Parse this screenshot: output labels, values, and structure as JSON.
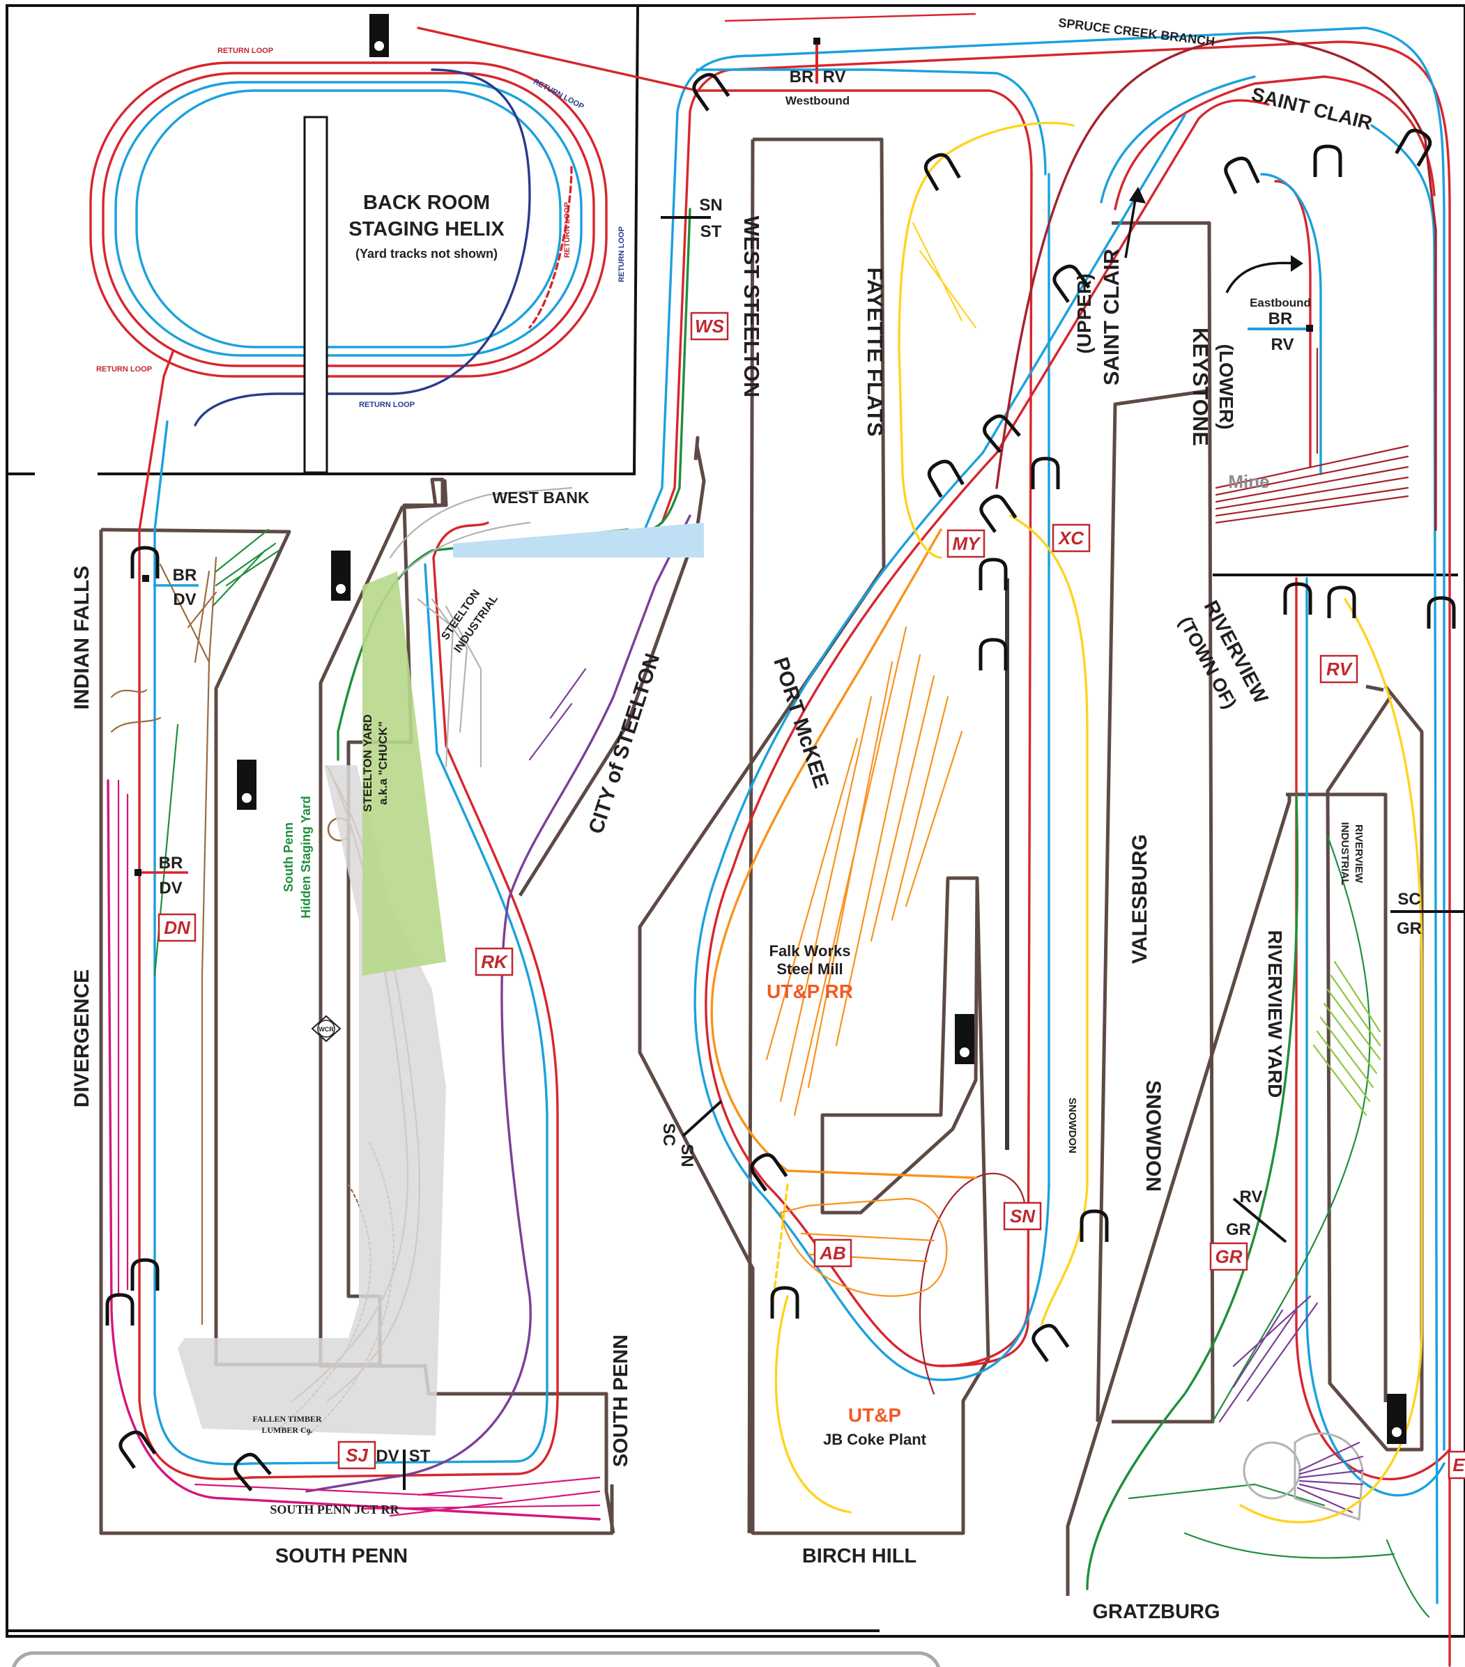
{
  "staging": {
    "title_line1": "BACK ROOM",
    "title_line2": "STAGING HELIX",
    "note": "(Yard tracks not shown)",
    "return_loop": "RETURN LOOP"
  },
  "signal_blocks": {
    "br": "BR",
    "rv": "RV",
    "dv": "DV",
    "sn": "SN",
    "st": "ST",
    "sc": "SC",
    "gr": "GR",
    "westbound": "Westbound",
    "eastbound": "Eastbound"
  },
  "branch": {
    "spruce_creek": "SPRUCE CREEK BRANCH",
    "saint_clair": "SAINT CLAIR"
  },
  "towns": {
    "indian_falls": "INDIAN FALLS",
    "divergence": "DIVERGENCE",
    "south_penn": "SOUTH PENN",
    "south_penn_side": "SOUTH PENN",
    "west_steelton": "WEST STEELTON",
    "fayette_flats": "FAYETTE FLATS",
    "upper_saint_clair_1": "(UPPER)",
    "upper_saint_clair_2": "SAINT CLAIR",
    "lower_keystone_1": "KEYSTONE",
    "lower_keystone_2": "(LOWER)",
    "west_bank": "WEST BANK",
    "city_of_steelton": "CITY of STEELTON",
    "port_mckee": "PORT McKEE",
    "valesburg": "VALESBURG",
    "snowdon": "SNOWDON",
    "snowdon_small": "SNOWDON",
    "riverview_town_1": "RIVERVIEW",
    "riverview_town_2": "(TOWN OF)",
    "riverview_yard": "RIVERVIEW YARD",
    "birch_hill": "BIRCH HILL",
    "gratzburg": "GRATZBURG"
  },
  "features": {
    "mine": "Mine",
    "steelton_industrial_1": "STEELTON",
    "steelton_industrial_2": "INDUSTRIAL",
    "riverview_industrial_1": "RIVERVIEW",
    "riverview_industrial_2": "INDUSTRIAL",
    "steelton_yard_1": "STEELTON YARD",
    "steelton_yard_2": "a.k.a \"CHUCK\"",
    "hidden_staging_1": "South Penn",
    "hidden_staging_2": "Hidden Staging Yard",
    "falk_1": "Falk Works",
    "falk_2": "Steel Mill",
    "utp_rr": "UT&P RR",
    "utp": "UT&P",
    "coke_plant": "JB Coke Plant",
    "fallen_timber_1": "FALLEN TIMBER",
    "fallen_timber_2": "LUMBER Co.",
    "south_penn_jct": "SOUTH PENN JCT RR",
    "wcr_logo": "WCR"
  },
  "station_tags": [
    "WS",
    "MY",
    "XC",
    "DN",
    "RK",
    "AB",
    "SN",
    "SJ",
    "RV",
    "GR",
    "E"
  ],
  "colors": {
    "main_red": "#d7262d",
    "main_blue": "#1ba1dc",
    "return_navy": "#283c8c",
    "branch_maroon": "#a3232b",
    "green": "#1f8f3c",
    "brown": "#9b6b3f",
    "orange": "#f7941d",
    "yellow": "#ffd320",
    "purple": "#7b3f98",
    "magenta": "#d6157d",
    "gray": "#b3b3b3",
    "water": "#bfe0f4",
    "yard_green": "#b7d88a"
  }
}
